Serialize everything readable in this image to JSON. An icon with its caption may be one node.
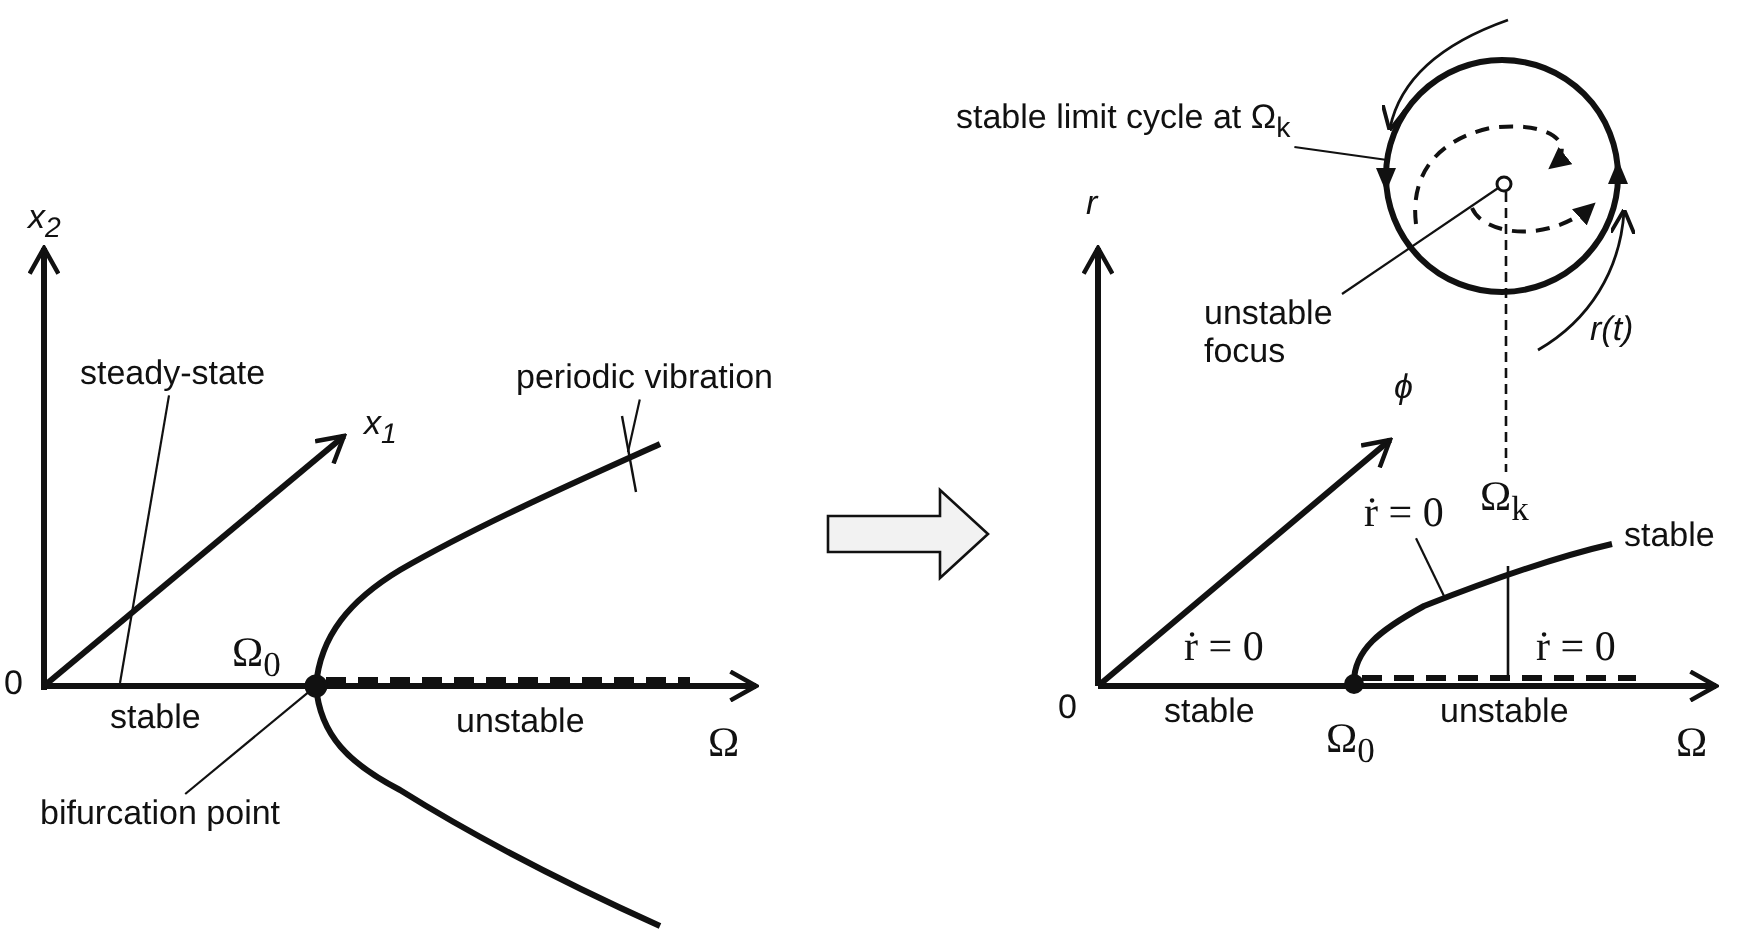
{
  "diagram": {
    "nodes": [
      {
        "text": [
          "steady-state"
        ]
      },
      {
        "text": [
          "periodic vibration"
        ]
      },
      {
        "text": [
          "bifurcation point"
        ]
      },
      {
        "text": [],
        "shape": "circle"
      },
      {
        "text": [
          "stable limit cycle at Ω$_{k}$"
        ]
      },
      {
        "text": [],
        "shape": "circle"
      },
      {
        "text": [
          "unstable focus"
        ]
      },
      {
        "text": [],
        "shape": "circle",
        "in": 5
      },
      {
        "text": [
          "ṙ = 0"
        ]
      },
      {
        "text": [],
        "shape": "line"
      }
    ],
    "edges": [
      {
        "from": 0,
        "to": 9,
        "arrow": "none"
      },
      {
        "from": 1,
        "to": null,
        "arrow": "none"
      },
      {
        "from": 2,
        "to": 3,
        "arrow": "none"
      },
      {
        "from": 4,
        "to": 5,
        "arrow": "none"
      },
      {
        "from": 6,
        "to": 7,
        "arrow": "none"
      },
      {
        "from": 8,
        "to": null,
        "arrow": "none"
      }
    ],
    "labels": [
      "x$_{2}$",
      "x$_{1}$",
      "0",
      "Ω$_{0}$",
      "stable",
      "unstable",
      "Ω",
      "r",
      "ϕ",
      "r(t)",
      "Ω$_{k}$",
      "stable",
      "ṙ = 0",
      "ṙ = 0",
      "0",
      "stable",
      "Ω$_{0}$",
      "unstable",
      "Ω"
    ]
  }
}
